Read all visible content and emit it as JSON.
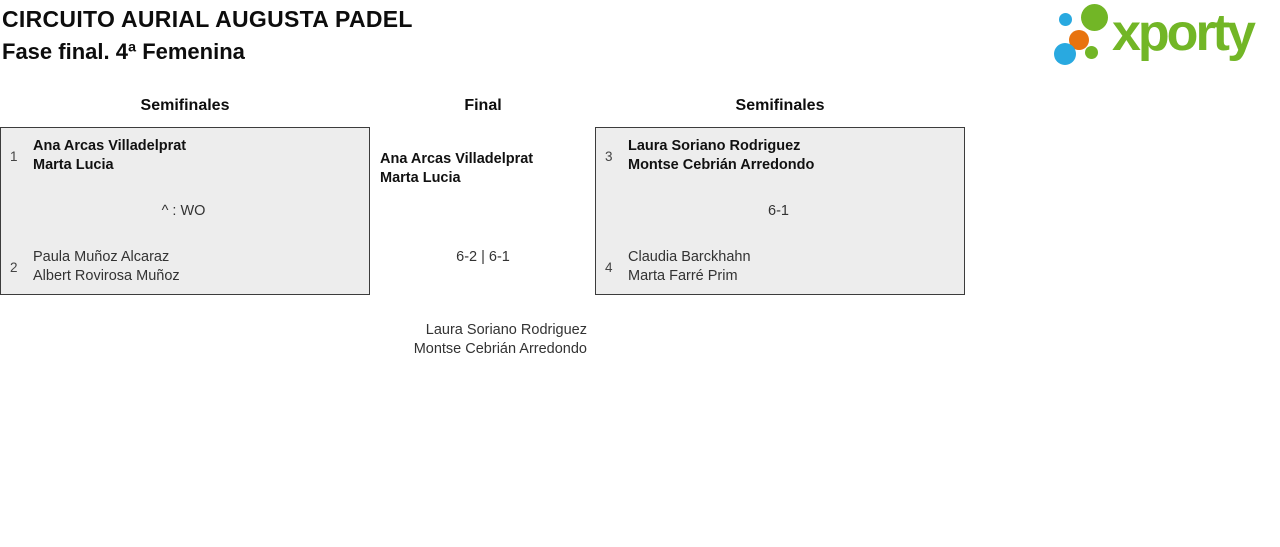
{
  "header": {
    "title": "CIRCUITO AURIAL AUGUSTA PADEL",
    "subtitle": "Fase final. 4ª Femenina"
  },
  "logo": {
    "text": "xporty",
    "brand_colors": {
      "green": "#72b626",
      "blue": "#29a9e0",
      "orange": "#e8730e"
    }
  },
  "bracket": {
    "round_headers": {
      "left": "Semifinales",
      "center": "Final",
      "right": "Semifinales"
    },
    "semifinal_left": {
      "team1": {
        "seed": "1",
        "player1": "Ana Arcas Villadelprat",
        "player2": "Marta Lucia",
        "winner": true
      },
      "score": "^ : WO",
      "team2": {
        "seed": "2",
        "player1": "Paula Muñoz Alcaraz",
        "player2": "Albert Rovirosa Muñoz",
        "winner": false
      }
    },
    "final": {
      "team1": {
        "player1": "Ana Arcas Villadelprat",
        "player2": "Marta Lucia",
        "winner": true
      },
      "score": "6-2 | 6-1",
      "team2": {
        "player1": "Laura Soriano Rodriguez",
        "player2": "Montse Cebrián Arredondo",
        "winner": false
      }
    },
    "semifinal_right": {
      "team1": {
        "seed": "3",
        "player1": "Laura Soriano Rodriguez",
        "player2": "Montse Cebrián Arredondo",
        "winner": true
      },
      "score": "6-1",
      "team2": {
        "seed": "4",
        "player1": "Claudia Barckhahn",
        "player2": "Marta Farré Prim",
        "winner": false
      }
    }
  },
  "theme_colors": {
    "box_background": "#ededed",
    "box_border": "#3c3c3c"
  }
}
